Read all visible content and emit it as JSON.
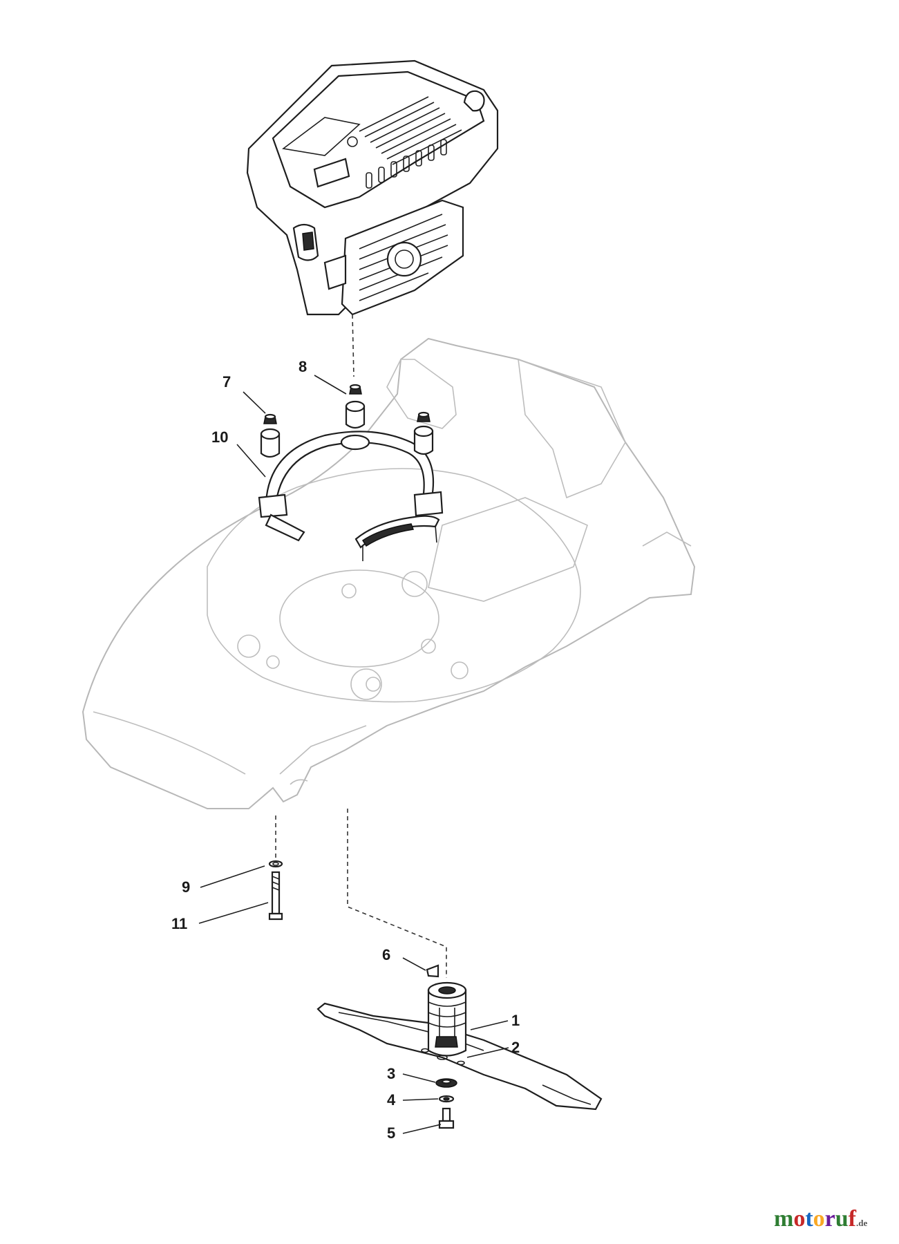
{
  "diagram": {
    "callouts": [
      {
        "id": "c1",
        "label": "1"
      },
      {
        "id": "c2",
        "label": "2"
      },
      {
        "id": "c3",
        "label": "3"
      },
      {
        "id": "c4",
        "label": "4"
      },
      {
        "id": "c5",
        "label": "5"
      },
      {
        "id": "c6",
        "label": "6"
      },
      {
        "id": "c7",
        "label": "7"
      },
      {
        "id": "c8",
        "label": "8"
      },
      {
        "id": "c9",
        "label": "9"
      },
      {
        "id": "c10",
        "label": "10"
      },
      {
        "id": "c11",
        "label": "11"
      }
    ]
  },
  "watermark": {
    "letters": [
      "m",
      "o",
      "t",
      "o",
      "r",
      "u",
      "f"
    ],
    "letter_colors": [
      "#2e7d32",
      "#c62828",
      "#1565c0",
      "#f9a825",
      "#6a1b9a",
      "#2e7d32",
      "#c62828"
    ],
    "tld": ".de"
  }
}
